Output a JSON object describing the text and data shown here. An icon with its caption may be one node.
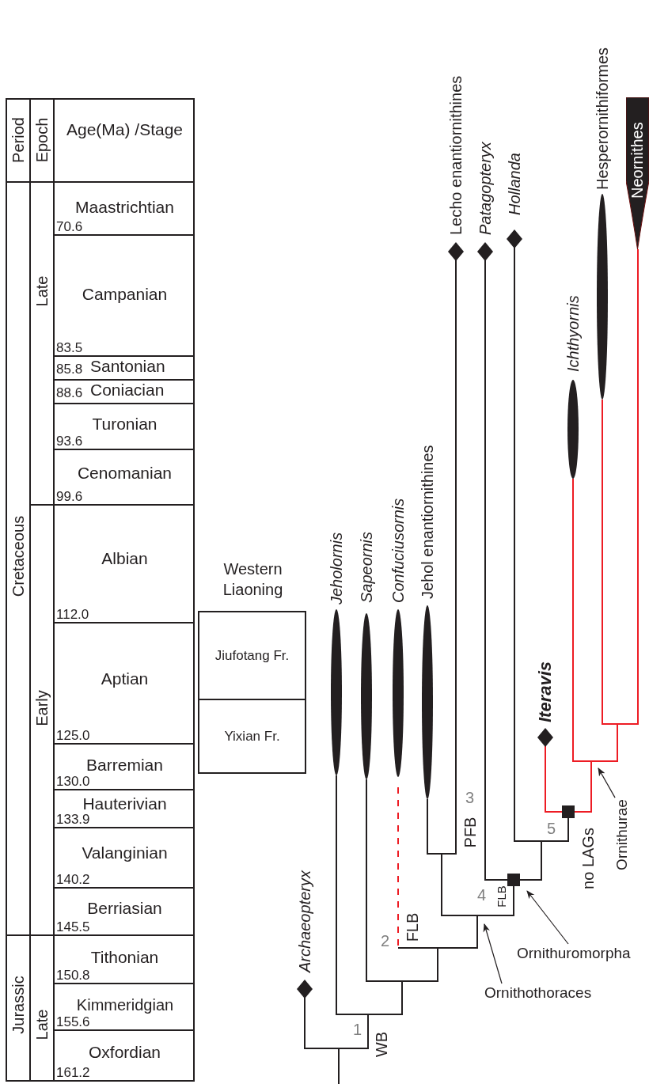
{
  "diagram": {
    "nodes": [
      {
        "text": [
          "Jiufotang Fr."
        ],
        "beside": [
          "Western Liaoning"
        ]
      },
      {
        "text": [
          "Yixian Fr."
        ]
      },
      {
        "text": [
          "Archaeopteryx"
        ]
      },
      {
        "text": [
          "Jeholornis"
        ]
      },
      {
        "text": [
          "Sapeornis"
        ]
      },
      {
        "text": [
          "Confuciusornis"
        ]
      },
      {
        "text": [
          "Jehol enantiornithines"
        ]
      },
      {
        "text": [
          "Lecho enantiornithines"
        ]
      },
      {
        "text": [
          "Patagopteryx"
        ]
      },
      {
        "text": [
          "Hollanda"
        ]
      },
      {
        "text": [
          "Iteravis"
        ]
      },
      {
        "text": [
          "Ichthyornis"
        ]
      },
      {
        "text": [
          "Hesperornithiformes"
        ]
      },
      {
        "text": [
          "Neornithes"
        ]
      },
      {
        "text": [
          "Ornithothoraces"
        ]
      },
      {
        "text": [
          "Ornithuromorpha"
        ]
      },
      {
        "text": [
          "Ornithurae"
        ]
      }
    ],
    "edges": [
      {
        "from": 14,
        "to": null,
        "arrow": "to"
      },
      {
        "from": 15,
        "to": null,
        "arrow": "to"
      },
      {
        "from": 16,
        "to": null,
        "arrow": "to"
      }
    ],
    "labels": [
      "Period",
      "Epoch",
      "Age(Ma) /Stage",
      "Cretaceous",
      "Late",
      "Maastrichtian",
      "70.6",
      "Campanian",
      "83.5",
      "85.8",
      "Santonian",
      "88.6",
      "Coniacian",
      "Turonian",
      "93.6",
      "Cenomanian",
      "99.6",
      "Early",
      "Albian",
      "112.0",
      "Aptian",
      "125.0",
      "Barremian",
      "130.0",
      "Hauterivian",
      "133.9",
      "Valanginian",
      "140.2",
      "Berriasian",
      "145.5",
      "Jurassic",
      "Late",
      "Tithonian",
      "150.8",
      "Kimmeridgian",
      "155.6",
      "Oxfordian",
      "161.2",
      "1",
      "WB",
      "2",
      "FLB",
      "3",
      "PFB",
      "4",
      "FLB",
      "5",
      "no LAGs"
    ]
  }
}
